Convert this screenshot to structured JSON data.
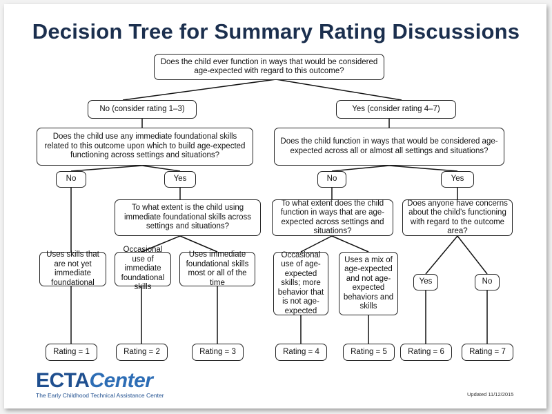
{
  "title": "Decision Tree for Summary Rating Discussions",
  "nodes": {
    "root": "Does the child ever function in ways that would be considered age-expected with regard to this outcome?",
    "no_branch": "No (consider rating 1–3)",
    "yes_branch": "Yes (consider rating 4–7)",
    "q_foundational": "Does the child use any immediate foundational skills related to this outcome upon which to build age-expected functioning across settings and situations?",
    "q_all_settings": "Does the child function in ways that would be considered age-expected across all or almost all settings and situations?",
    "no_1": "No",
    "yes_1": "Yes",
    "no_2": "No",
    "yes_2": "Yes",
    "q_extent_foundational": "To what extent is the child using immediate foundational skills across settings and situations?",
    "q_extent_age": "To what extent does the child function in ways that are age-expected across settings and situations?",
    "q_concerns": "Does anyone have concerns about the child’s functioning with regard to the outcome area?",
    "d_not_yet": "Uses skills that are not yet immediate foundational",
    "d_occasional_if": "Occasional use of immediate foundational skills",
    "d_most_if": "Uses immediate foundational skills most or all of the time",
    "d_occasional_age": "Occasional use of age-expected skills; more behavior that is not age-expected",
    "d_mix": "Uses a mix of age-expected and not age-expected behaviors and skills",
    "yes_3": "Yes",
    "no_3": "No",
    "r1": "Rating = 1",
    "r2": "Rating = 2",
    "r3": "Rating = 3",
    "r4": "Rating = 4",
    "r5": "Rating = 5",
    "r6": "Rating = 6",
    "r7": "Rating = 7"
  },
  "logo": {
    "ecta": "ECTA",
    "center": "Center",
    "subtitle": "The Early Childhood Technical Assistance Center"
  },
  "updated": "Updated 11/12/2015"
}
